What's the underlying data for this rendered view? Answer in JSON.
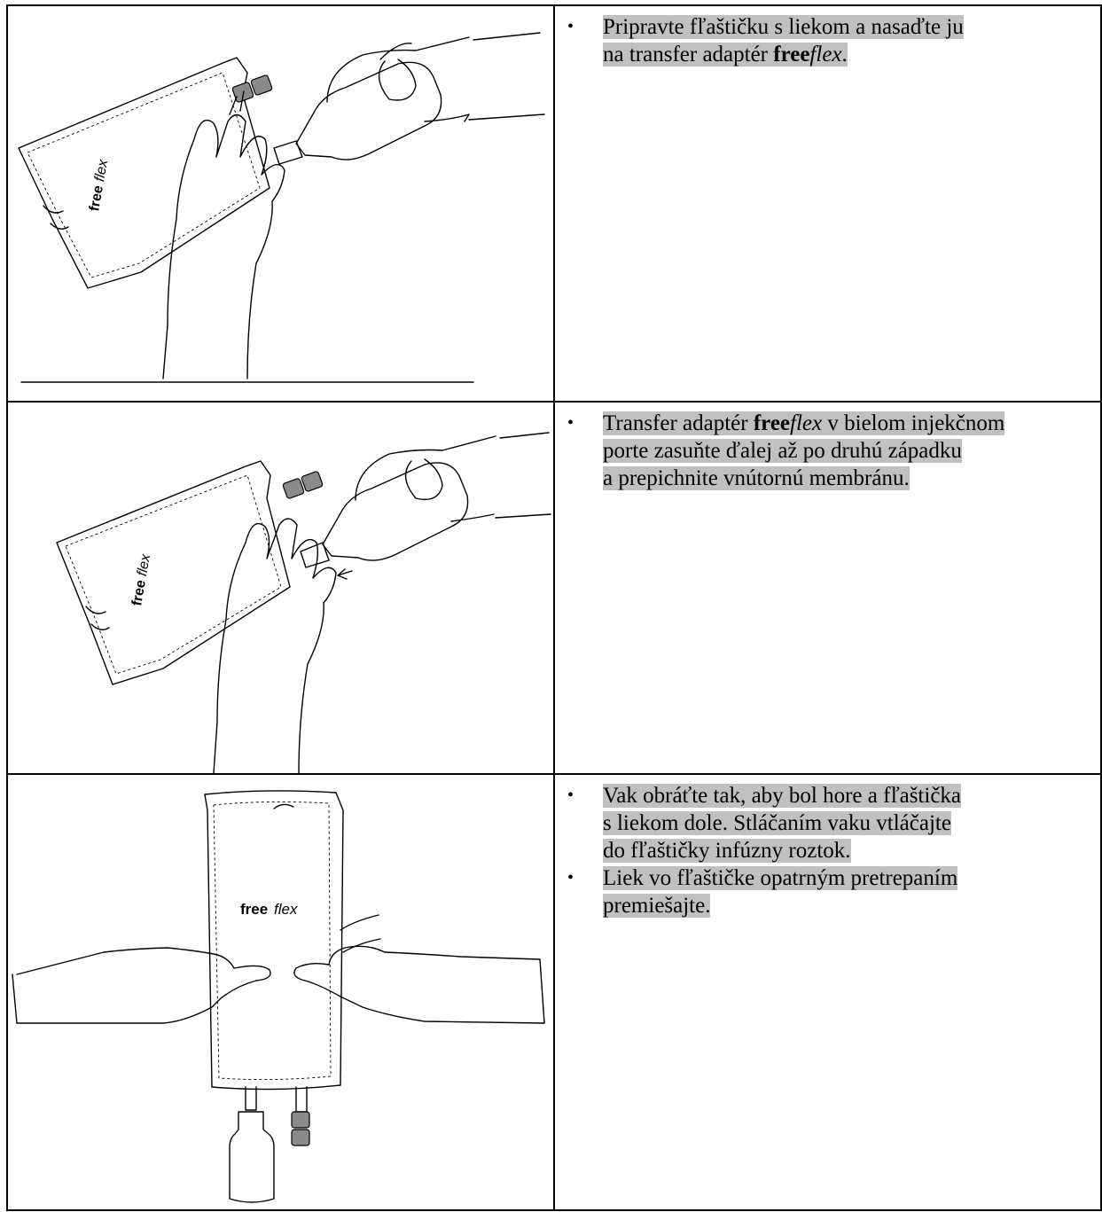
{
  "steps": [
    {
      "illustration": "hands-attaching-vial-to-freeflex-bag",
      "bag_logo": {
        "bold": "free",
        "italic": "flex"
      },
      "bullets": [
        {
          "lines": [
            [
              {
                "text": " Pripravte fľaštičku s liekom a nasaďte ju",
                "style": "normal"
              }
            ],
            [
              {
                "text": "na transfer adaptér ",
                "style": "normal"
              },
              {
                "text": "free",
                "style": "bold"
              },
              {
                "text": "flex",
                "style": "italic"
              },
              {
                "text": ".",
                "style": "normal"
              }
            ]
          ]
        }
      ]
    },
    {
      "illustration": "pushing-transfer-adapter-into-port",
      "bag_logo": {
        "bold": "free",
        "italic": "flex"
      },
      "bullets": [
        {
          "lines": [
            [
              {
                "text": "Transfer adaptér ",
                "style": "normal"
              },
              {
                "text": "free",
                "style": "bold"
              },
              {
                "text": "flex",
                "style": "italic"
              },
              {
                "text": " v bielom injekčnom",
                "style": "normal"
              }
            ],
            [
              {
                "text": "porte zasuňte ďalej až po druhú západku",
                "style": "normal"
              }
            ],
            [
              {
                "text": "a prepichnite vnútornú membránu.",
                "style": "normal"
              }
            ]
          ]
        }
      ]
    },
    {
      "illustration": "squeezing-inverted-bag-into-vial",
      "bag_logo": {
        "bold": "free",
        "italic": "flex"
      },
      "bullets": [
        {
          "lines": [
            [
              {
                "text": "Vak obráťte tak, aby bol hore a fľaštička",
                "style": "normal"
              }
            ],
            [
              {
                "text": "s liekom dole. Stláčaním vaku vtláčajte",
                "style": "normal"
              }
            ],
            [
              {
                "text": "do fľaštičky infúzny roztok.",
                "style": "normal"
              }
            ]
          ]
        },
        {
          "lines": [
            [
              {
                "text": "Liek vo fľaštičke opatrným pretrepaním",
                "style": "normal"
              }
            ],
            [
              {
                "text": "premiešajte.",
                "style": "normal"
              }
            ]
          ]
        }
      ]
    }
  ],
  "bullet_symbol": "•",
  "colors": {
    "highlight": "#c0c0c0",
    "border": "#000000",
    "port_grey": "#8a8a8a"
  }
}
